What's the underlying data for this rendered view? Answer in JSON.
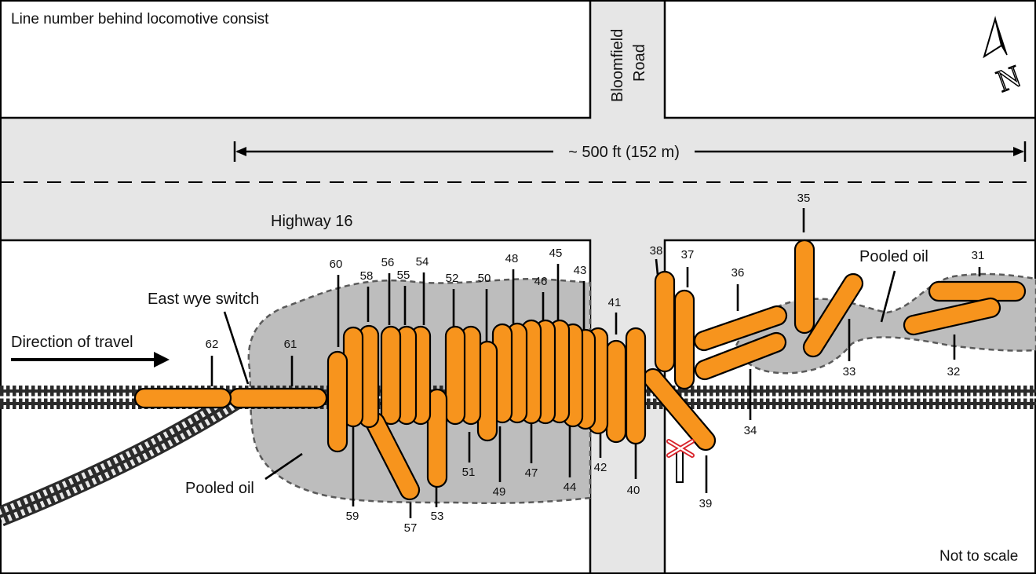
{
  "header_note": "Line number behind locomotive consist",
  "road_names": {
    "highway": "Highway 16",
    "cross_road_line1": "Bloomfield",
    "cross_road_line2": "Road"
  },
  "scale_dimension": "~ 500 ft (152 m)",
  "labels": {
    "direction": "Direction of travel",
    "switch": "East wye switch",
    "pooled_oil_west": "Pooled oil",
    "pooled_oil_east": "Pooled oil",
    "not_to_scale": "Not to scale",
    "north": "N"
  },
  "car_numbers": [
    "31",
    "32",
    "33",
    "34",
    "35",
    "36",
    "37",
    "38",
    "39",
    "40",
    "41",
    "42",
    "43",
    "44",
    "45",
    "46",
    "47",
    "48",
    "49",
    "50",
    "51",
    "52",
    "53",
    "54",
    "55",
    "56",
    "57",
    "58",
    "59",
    "60",
    "61",
    "62"
  ],
  "colors": {
    "tank_car": "#f7941d",
    "pooled_oil": "#bdbdbd",
    "road": "#e6e6e6",
    "crossing_signal": "#d9242b"
  }
}
